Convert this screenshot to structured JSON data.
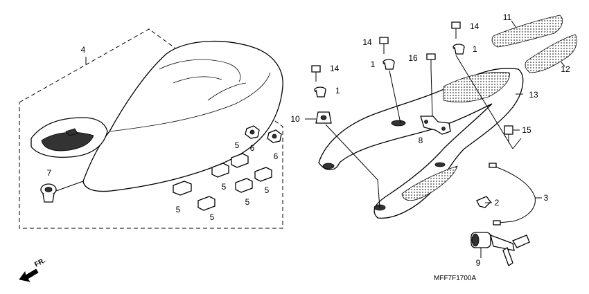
{
  "diagram": {
    "callouts": {
      "c1a": "1",
      "c1b": "1",
      "c1c": "1",
      "c2": "2",
      "c3": "3",
      "c4": "4",
      "c5a": "5",
      "c5b": "5",
      "c5c": "5",
      "c5d": "5",
      "c5e": "5",
      "c5f": "5",
      "c6a": "6",
      "c6b": "6",
      "c7": "7",
      "c8": "8",
      "c9": "9",
      "c10": "10",
      "c11": "11",
      "c12": "12",
      "c13": "13",
      "c14a": "14",
      "c14b": "14",
      "c14c": "14",
      "c15": "15",
      "c16": "16"
    },
    "diagram_code": "MFF7F1700A",
    "direction_label": "FR."
  }
}
